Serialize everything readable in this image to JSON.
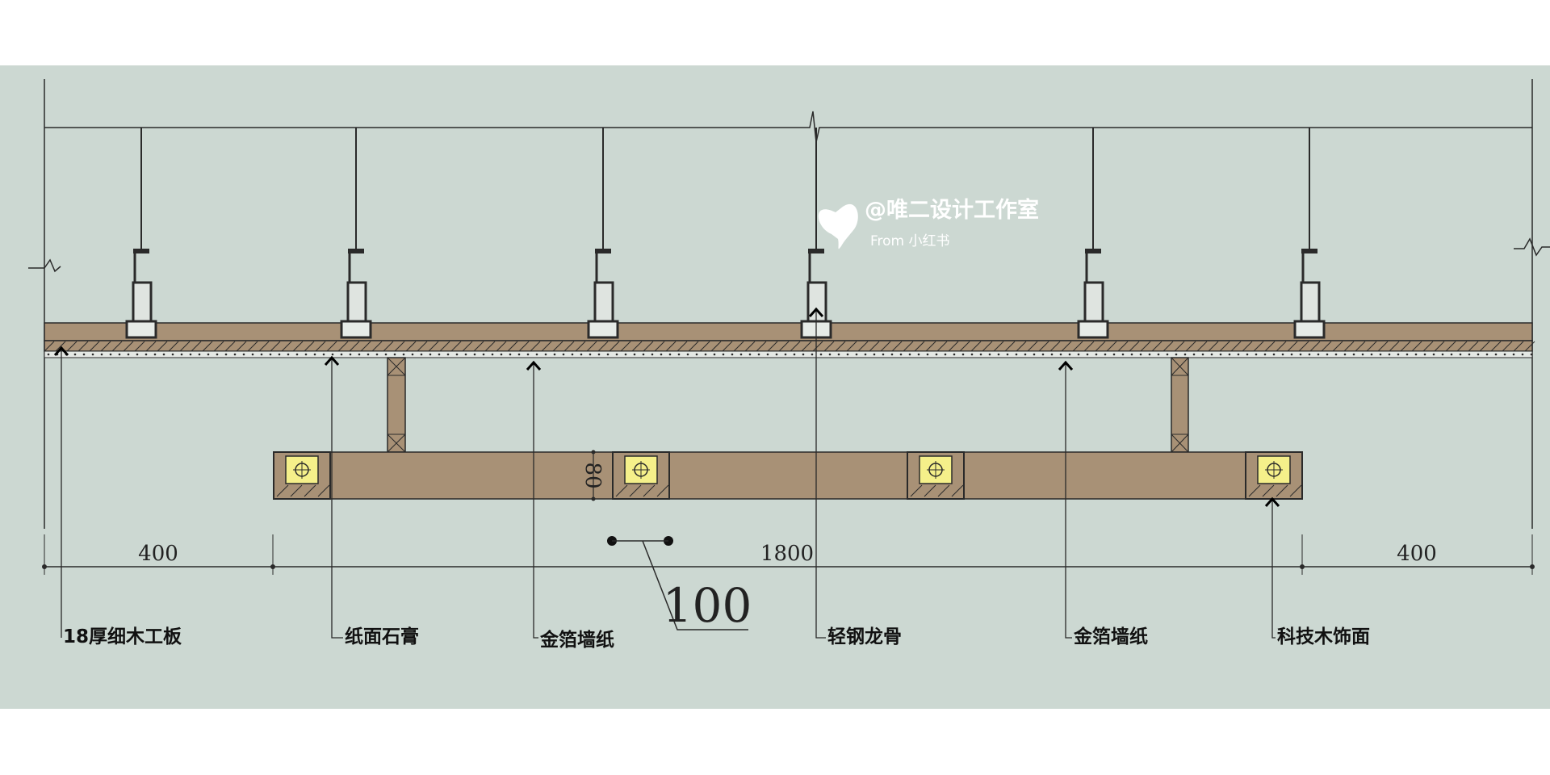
{
  "drawing": {
    "dimensions": {
      "left": "400",
      "middle": "1800",
      "right": "400",
      "beam_height": "80",
      "detail": "100"
    },
    "labels": [
      "18厚细木工板",
      "纸面石膏",
      "金箔墙纸",
      "轻钢龙骨",
      "金箔墙纸",
      "科技木饰面"
    ],
    "colors": {
      "background": "#ccd8d2",
      "wood": "#a89176",
      "light": "#f5f08a",
      "line": "#2a2a2a"
    }
  },
  "watermark": {
    "handle": "@唯二设计工作室",
    "source": "From 小红书"
  }
}
